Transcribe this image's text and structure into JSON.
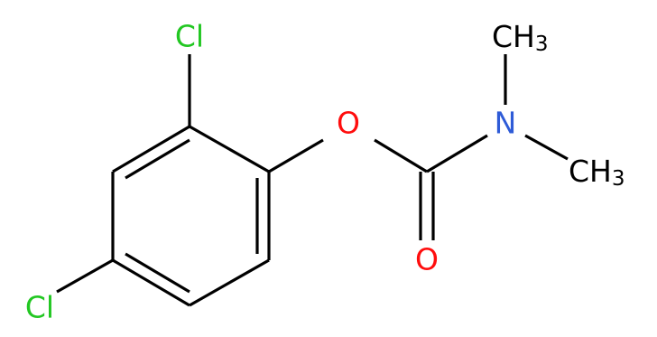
{
  "molecule": {
    "atoms": {
      "cl_top": {
        "label": "Cl",
        "color": "#22c722"
      },
      "cl_bottom": {
        "label": "Cl",
        "color": "#22c722"
      },
      "o_ester": {
        "label": "O",
        "color": "#ff0d0d"
      },
      "o_carbonyl": {
        "label": "O",
        "color": "#ff0d0d"
      },
      "n_amine": {
        "label": "N",
        "color": "#2e5bd7"
      },
      "ch3_top": {
        "label": "CH",
        "subscript": "3",
        "color": "#000000"
      },
      "ch3_right": {
        "label": "CH",
        "subscript": "3",
        "color": "#000000"
      }
    },
    "bond_color": "#000000"
  }
}
